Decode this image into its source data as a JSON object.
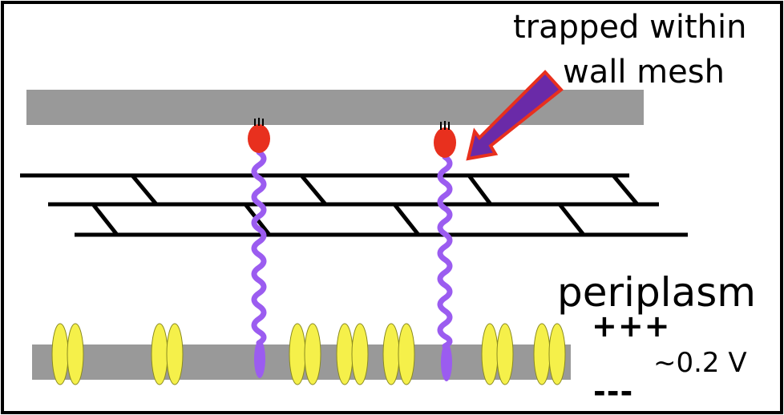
{
  "labels": {
    "trapped_line1": "trapped within",
    "trapped_line2": "wall mesh",
    "periplasm": "periplasm",
    "plus": "+++",
    "voltage": "~0.2 V",
    "minus": "---"
  },
  "colors": {
    "frame": "#000000",
    "outer_bar": "#999999",
    "membrane": "#999999",
    "protein_fill": "#f5f04a",
    "protein_stroke": "#8a8a20",
    "coil": "#9b5cf0",
    "head": "#e8301e",
    "arrow_fill": "#6a2aa8",
    "arrow_stroke": "#e8301e",
    "mesh": "#000000"
  }
}
